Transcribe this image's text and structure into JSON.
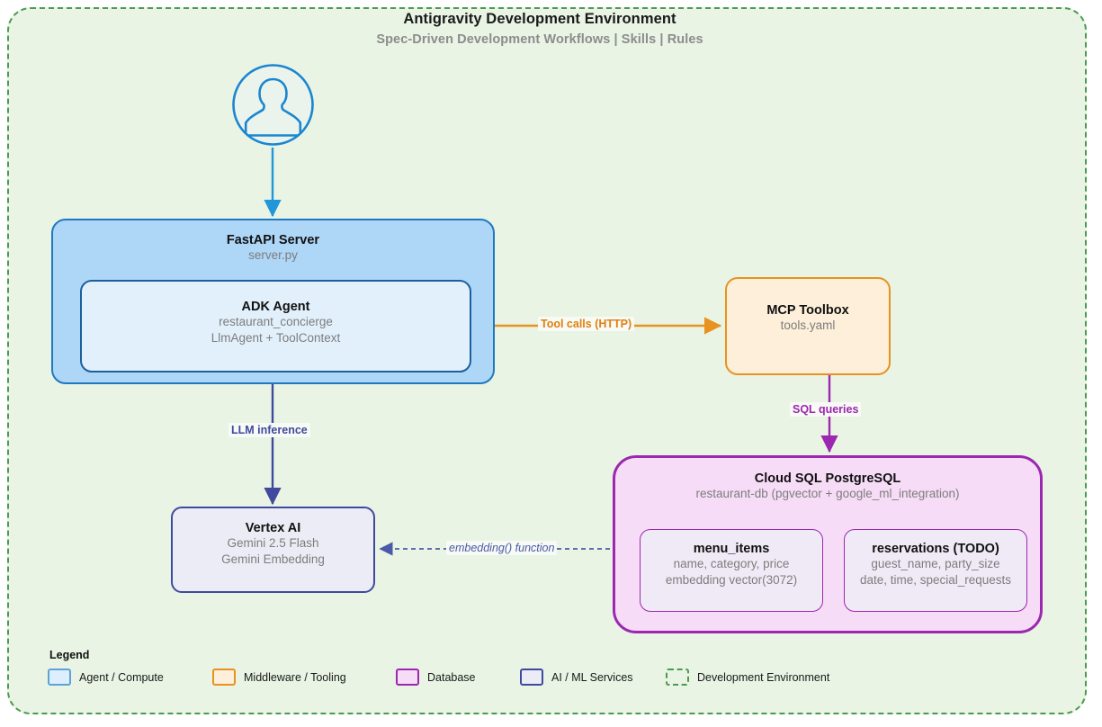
{
  "env": {
    "title": "Antigravity Development Environment",
    "subtitle": "Spec-Driven Development Workflows  |  Skills  |  Rules"
  },
  "nodes": {
    "user": {
      "icon": "user-avatar-icon"
    },
    "fastapi": {
      "title": "FastAPI Server",
      "sub": "server.py"
    },
    "adk": {
      "title": "ADK Agent",
      "sub_line1": "restaurant_concierge",
      "sub_line2": "LlmAgent + ToolContext"
    },
    "mcp": {
      "title": "MCP Toolbox",
      "sub": "tools.yaml"
    },
    "database": {
      "title": "Cloud SQL PostgreSQL",
      "sub": "restaurant-db (pgvector + google_ml_integration)",
      "tables": [
        {
          "title": "menu_items",
          "sub_line1": "name, category, price",
          "sub_line2": "embedding vector(3072)"
        },
        {
          "title": "reservations (TODO)",
          "sub_line1": "guest_name, party_size",
          "sub_line2": "date, time, special_requests"
        }
      ]
    },
    "vertex": {
      "title": "Vertex AI",
      "sub_line1": "Gemini 2.5 Flash",
      "sub_line2": "Gemini Embedding"
    }
  },
  "edges": {
    "user_to_fastapi": {
      "label": "",
      "color": "#2196d9"
    },
    "adk_to_mcp": {
      "label": "Tool calls (HTTP)",
      "color": "#e0800f"
    },
    "adk_to_vertex": {
      "label": "LLM inference",
      "color": "#3f4a9e"
    },
    "mcp_to_db": {
      "label": "SQL queries",
      "color": "#9c27b0"
    },
    "db_to_vertex": {
      "label": "embedding() function",
      "color": "#4b5aa8"
    }
  },
  "legend": {
    "title": "Legend",
    "items": [
      {
        "label": "Agent / Compute",
        "color": "#ddeffc"
      },
      {
        "label": "Middleware / Tooling",
        "color": "#fdefd9"
      },
      {
        "label": "Database",
        "color": "#f7dcf7"
      },
      {
        "label": "AI / ML Services",
        "color": "#ececf6"
      },
      {
        "label": "Development Environment",
        "color": "#e9f4e4"
      }
    ]
  }
}
